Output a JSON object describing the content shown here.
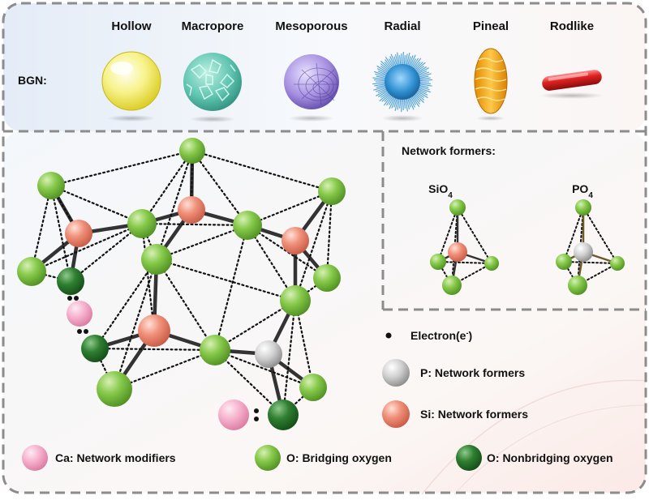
{
  "bgn": {
    "row_label": "BGN:",
    "morphologies": [
      {
        "label": "Hollow",
        "icon": "hollow-sphere-icon"
      },
      {
        "label": "Macropore",
        "icon": "macropore-sphere-icon"
      },
      {
        "label": "Mesoporous",
        "icon": "mesoporous-sphere-icon"
      },
      {
        "label": "Radial",
        "icon": "radial-sphere-icon"
      },
      {
        "label": "Pineal",
        "icon": "pineal-particle-icon"
      },
      {
        "label": "Rodlike",
        "icon": "rodlike-particle-icon"
      }
    ]
  },
  "network_formers": {
    "title": "Network formers:",
    "sio4": {
      "base": "SiO",
      "sub": "4"
    },
    "po4": {
      "base": "PO",
      "sub": "4"
    }
  },
  "legend": {
    "electron": {
      "base": "Electron(e",
      "sup": "-",
      "close": ")"
    },
    "p": "P:  Network formers",
    "si": "Si: Network formers",
    "ca": "Ca: Network modifiers",
    "o_bridging": "O: Bridging oxygen",
    "o_nonbridging": "O: Nonbridging oxygen"
  },
  "colors": {
    "bridging_oxygen": "#7cc242",
    "nonbridging_oxygen": "#2e7d32",
    "silicon": "#f08c78",
    "phosphorus": "#c8c8c8",
    "calcium": "#f4a8c8",
    "hollow": "#f3ee6a",
    "macropore": "#5fc4b0",
    "mesoporous": "#a58fe0",
    "radial": "#2f8fd0",
    "pineal": "#f2a010",
    "rodlike": "#d91818"
  }
}
